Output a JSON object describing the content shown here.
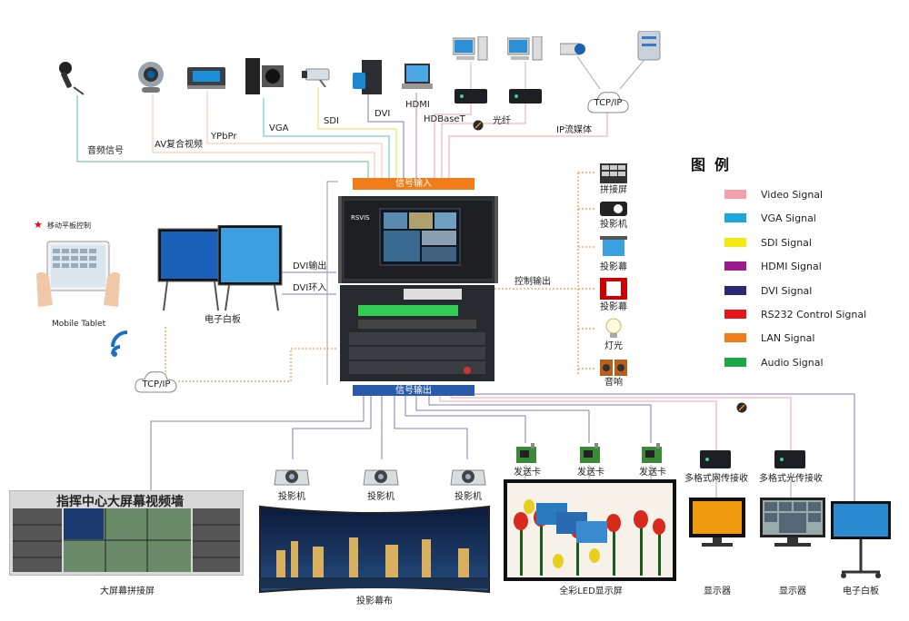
{
  "inputs": {
    "audio": "音频信号",
    "av": "AV复合视频",
    "ypbpr": "YPbPr",
    "vga": "VGA",
    "sdi": "SDI",
    "dvi": "DVI",
    "hdmi": "HDMI",
    "hdbaset": "HDBaseT",
    "fiber": "光纤",
    "ipstream": "IP流媒体",
    "tcpip": "TCP/IP"
  },
  "center": {
    "signal_input": "信号输入",
    "signal_output": "信号输出",
    "brand": "RSVIS"
  },
  "left": {
    "mobile_control": "移动平板控制",
    "mobile_tablet": "Mobile Tablet",
    "whiteboard": "电子白板",
    "dvi_out": "DVI输出",
    "dvi_loop": "DVI环入",
    "tcpip": "TCP/IP"
  },
  "control": {
    "title": "控制输出",
    "items": [
      "拼接屏",
      "投影机",
      "投影幕",
      "投影幕",
      "灯光",
      "音响"
    ]
  },
  "outputs": {
    "projector": "投影机",
    "sender_card": "发送卡",
    "net_receiver": "多格式网传接收",
    "fiber_receiver": "多格式光传接收",
    "video_wall": "大屏幕拼接屏",
    "wall_title": "指挥中心大屏幕视频墙",
    "proj_screen": "投影幕布",
    "led": "全彩LED显示屏",
    "monitor": "显示器",
    "whiteboard": "电子白板"
  },
  "legend": {
    "title": "图例",
    "items": [
      {
        "label": "Video Signal",
        "color": "#f4a0a8"
      },
      {
        "label": "VGA Signal",
        "color": "#1aa8dc"
      },
      {
        "label": "SDI Signal",
        "color": "#f2ea10"
      },
      {
        "label": "HDMI Signal",
        "color": "#9c1a8c"
      },
      {
        "label": "DVI Signal",
        "color": "#2a2a78"
      },
      {
        "label": "RS232 Control Signal",
        "color": "#e8141c"
      },
      {
        "label": "LAN Signal",
        "color": "#f07c1a"
      },
      {
        "label": "Audio Signal",
        "color": "#1aa84a"
      }
    ]
  }
}
